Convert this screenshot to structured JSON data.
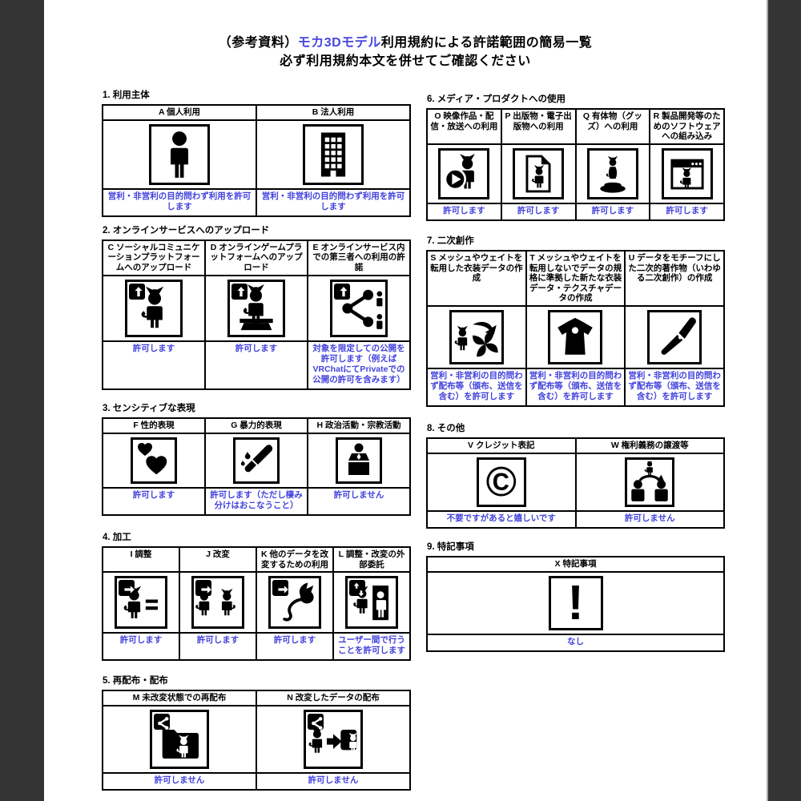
{
  "colors": {
    "background": "#343434",
    "page": "#ffffff",
    "permission_text": "#4141dd",
    "title_highlight": "#4646e0",
    "table_border": "#000000"
  },
  "title": {
    "prefix": "（参考資料）",
    "highlight": "モカ3Dモデル",
    "suffix": "利用規約による許諾範囲の簡易一覧",
    "subtitle": "必ず利用規約本文を併せてご確認ください"
  },
  "sections": [
    {
      "id": 1,
      "column": "left",
      "heading": "1.  利用主体",
      "cells": [
        {
          "label": "A 個人利用",
          "icon": "person-icon",
          "badge": null,
          "permission": "営利・非営利の目的問わず利用を許可します"
        },
        {
          "label": "B 法人利用",
          "icon": "building-icon",
          "badge": null,
          "permission": "営利・非営利の目的問わず利用を許可します"
        }
      ]
    },
    {
      "id": 2,
      "column": "left",
      "heading": "2.  オンラインサービスへのアップロード",
      "cells": [
        {
          "label": "C ソーシャルコミュニケーションプラットフォームへのアップロード",
          "icon": "cat-icon",
          "badge": "upload-arrow",
          "permission": "許可します"
        },
        {
          "label": "D オンラインゲームプラットフォームへのアップロード",
          "icon": "cat-desk-icon",
          "badge": "upload-arrow",
          "permission": "許可します"
        },
        {
          "label": "E オンラインサービス内での第三者への利用の許諾",
          "icon": "share-network-icon",
          "badge": "upload-arrow",
          "permission": "対象を限定しての公開を許可します（例えばVRChatにてPrivateでの公開の許可を含みます）"
        }
      ]
    },
    {
      "id": 3,
      "column": "left",
      "heading": "3.  センシティブな表現",
      "cells": [
        {
          "label": "F 性的表現",
          "icon": "hearts-icon",
          "badge": null,
          "permission": "許可します"
        },
        {
          "label": "G 暴力的表現",
          "icon": "knife-icon",
          "badge": null,
          "permission": "許可します（ただし棲み分けはおこなうこと）"
        },
        {
          "label": "H 政治活動・宗教活動",
          "icon": "podium-speaker-icon",
          "badge": null,
          "permission": "許可しません"
        }
      ]
    },
    {
      "id": 4,
      "column": "left",
      "heading": "4.  加工",
      "cells": [
        {
          "label": "I 調整",
          "icon": "cat-equals-icon",
          "badge": "modify-arrow",
          "permission": "許可します"
        },
        {
          "label": "J 改変",
          "icon": "two-cats-icon",
          "badge": "modify-arrow",
          "permission": "許可します"
        },
        {
          "label": "K 他のデータを改変するための利用",
          "icon": "cat-silhouette-icon",
          "badge": "modify-arrow",
          "permission": "許可します"
        },
        {
          "label": "L 調整・改変の外部委託",
          "icon": "door-person-icon",
          "badge": "transfer-arrows",
          "permission": "ユーザー間で行うことを許可します"
        }
      ]
    },
    {
      "id": 5,
      "column": "left",
      "heading": "5.  再配布・配布",
      "cells": [
        {
          "label": "M 未改変状態での再配布",
          "icon": "folder-cat-icon",
          "badge": "share",
          "permission": "許可しません"
        },
        {
          "label": "N 改変したデータの配布",
          "icon": "cat-transfer-icon",
          "badge": "share",
          "permission": "許可しません"
        }
      ]
    },
    {
      "id": 6,
      "column": "right",
      "heading": "6.  メディア・プロダクトへの使用",
      "cells": [
        {
          "label": "O 映像作品・配信・放送への利用",
          "icon": "cat-play-icon",
          "badge": null,
          "permission": "許可します"
        },
        {
          "label": "P 出版物・電子出版物への利用",
          "icon": "document-cat-icon",
          "badge": null,
          "permission": "許可します"
        },
        {
          "label": "Q 有体物（グッズ）への利用",
          "icon": "figurine-icon",
          "badge": null,
          "permission": "許可します"
        },
        {
          "label": "R 製品開発等のためのソフトウェアへの組み込み",
          "icon": "window-cat-icon",
          "badge": null,
          "permission": "許可します"
        }
      ]
    },
    {
      "id": 7,
      "column": "right",
      "heading": "7.  二次創作",
      "cells": [
        {
          "label": "S メッシュやウェイトを転用した衣装データの作成",
          "icon": "cat-recycle-icon",
          "badge": null,
          "permission": "営利・非営利の目的問わず配布等（頒布、送信を含む）を許可します"
        },
        {
          "label": "T メッシュやウェイトを転用しないでデータの規格に準拠した新たな衣装データ・テクスチャデータの作成",
          "icon": "clothing-icon",
          "badge": null,
          "permission": "営利・非営利の目的問わず配布等（頒布、送信を含む）を許可します"
        },
        {
          "label": "U データをモチーフにした二次的著作物（いわゆる二次創作）の作成",
          "icon": "pen-icon",
          "badge": null,
          "permission": "営利・非営利の目的問わず配布等（頒布、送信を含む）を許可します"
        }
      ]
    },
    {
      "id": 8,
      "column": "right",
      "heading": "8.  その他",
      "cells": [
        {
          "label": "V クレジット表記",
          "icon": "copyright-icon",
          "badge": null,
          "permission": "不要ですがあると嬉しいです"
        },
        {
          "label": "W 権利義務の譲渡等",
          "icon": "people-transfer-icon",
          "badge": null,
          "permission": "許可しません"
        }
      ]
    },
    {
      "id": 9,
      "column": "right",
      "heading": "9.  特記事項",
      "cells": [
        {
          "label": "X 特記事項",
          "icon": "exclamation-icon",
          "badge": null,
          "permission": "なし"
        }
      ]
    }
  ]
}
